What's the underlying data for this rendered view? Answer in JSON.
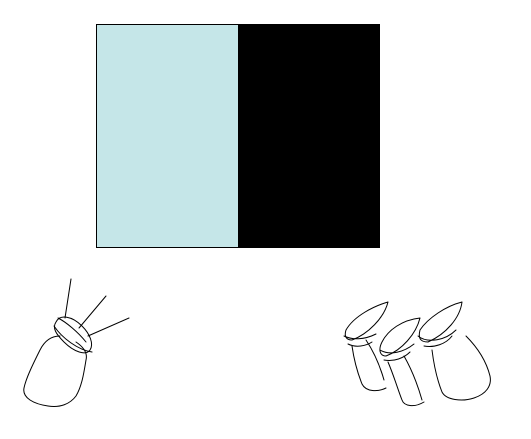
{
  "colors": {
    "background": "#ffffff",
    "left_panel": "#c5e6e8",
    "right_panel": "#000000",
    "sketch_stroke": "#000000"
  },
  "panels": [
    {
      "name": "light-cyan-panel",
      "color": "#c5e6e8"
    },
    {
      "name": "black-panel",
      "color": "#000000"
    }
  ],
  "sketches": {
    "left": {
      "icon": "spotlight-with-rays-sketch",
      "lamp_count": 1,
      "rays": 3
    },
    "right": {
      "icon": "three-spotlights-sketch",
      "lamp_count": 3,
      "rays": 0
    }
  }
}
